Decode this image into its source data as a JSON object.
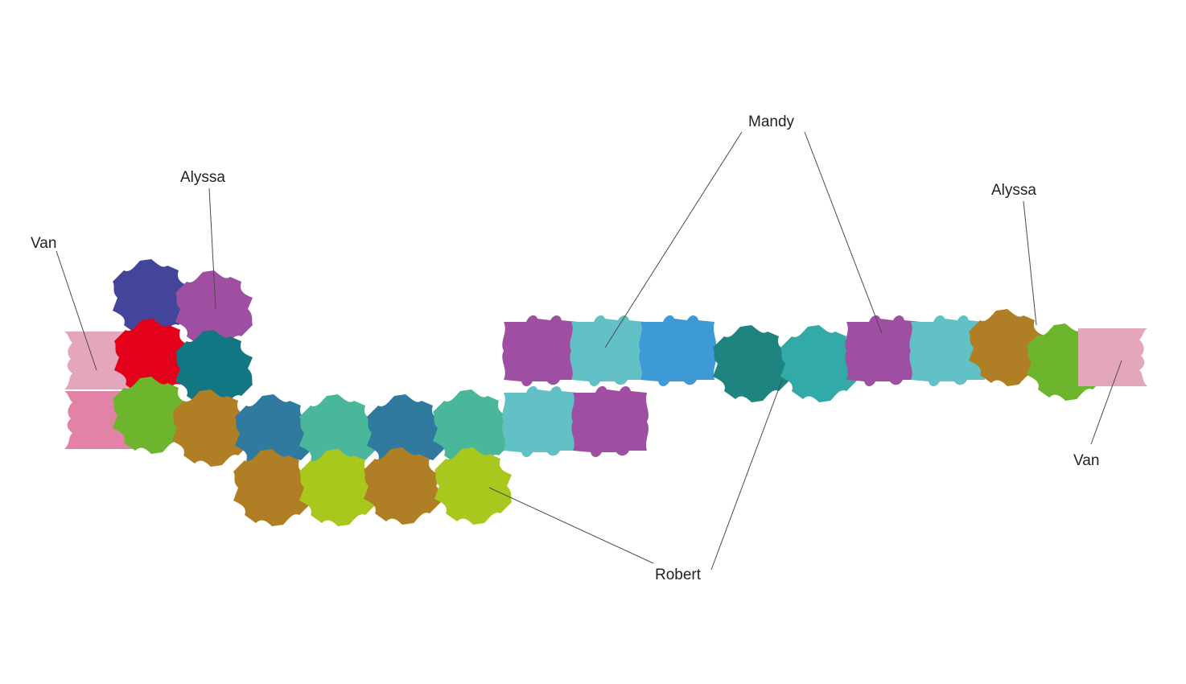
{
  "labels": {
    "van_left": "Van",
    "alyssa_left": "Alyssa",
    "mandy": "Mandy",
    "alyssa_right": "Alyssa",
    "van_right": "Van",
    "robert": "Robert"
  },
  "colors": {
    "pink_light": "#e3a6bd",
    "pink": "#e282a6",
    "navy": "#424599",
    "violet": "#9f4fa1",
    "red": "#e3001b",
    "teal_dark": "#127783",
    "green": "#6cb52d",
    "ochre": "#b07f25",
    "steel_blue": "#2f7a9e",
    "jade": "#4ab79a",
    "lime": "#a9c81e",
    "cyan": "#62c1c6",
    "sky_blue": "#3e9ad5",
    "pine": "#1f8480",
    "turquoise": "#32aaa8"
  }
}
